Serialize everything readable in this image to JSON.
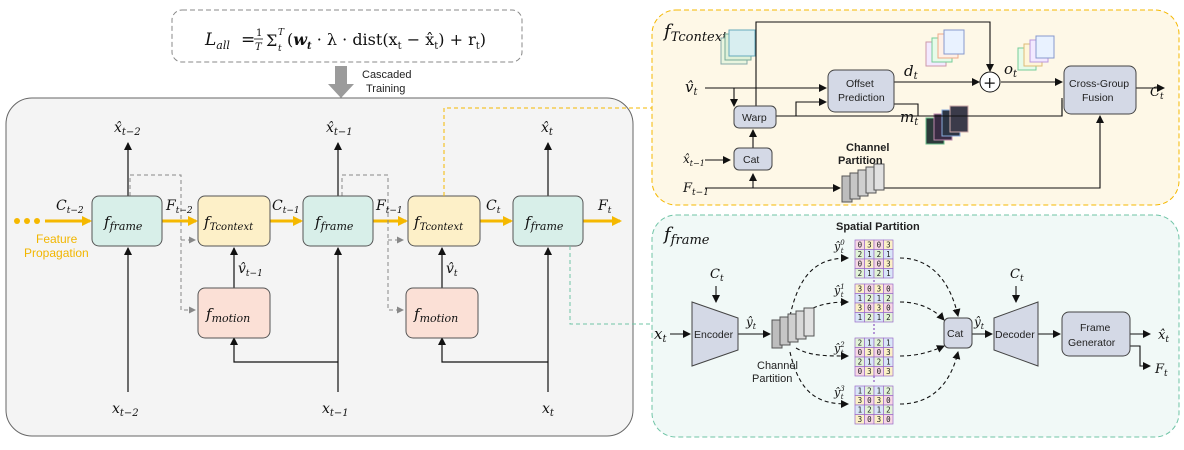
{
  "formula": {
    "lhs": "L",
    "lhs_sub": "all",
    "rhs": "= ",
    "frac_num": "1",
    "frac_den": "T",
    "sum": "Σ",
    "sum_sup": "T",
    "sum_sub": "t",
    "body1": "(",
    "w": "w",
    "w_sub": "t",
    "body2": " · λ · dist(x",
    "x_sub": "t",
    "body3": " − x̂",
    "xh_sub": "t",
    "body4": ") + r",
    "r_sub": "t",
    "body5": ")"
  },
  "cascaded": [
    "Cascaded",
    "Training"
  ],
  "feature_propagation": [
    "Feature",
    "Propagation"
  ],
  "left_panel": {
    "frame_label": "f",
    "frame_sub": "frame",
    "tcontext_label": "f",
    "tcontext_sub": "Tcontext",
    "motion_label": "f",
    "motion_sub": "motion",
    "outputs": [
      {
        "base": "x̂",
        "sub": "t−2"
      },
      {
        "base": "x̂",
        "sub": "t−1"
      },
      {
        "base": "x̂",
        "sub": "t"
      }
    ],
    "inputs": [
      {
        "base": "x",
        "sub": "t−2"
      },
      {
        "base": "x",
        "sub": "t−1"
      },
      {
        "base": "x",
        "sub": "t"
      }
    ],
    "edges": [
      {
        "base": "C",
        "sub": "t−2"
      },
      {
        "base": "F",
        "sub": "t−2"
      },
      {
        "base": "C",
        "sub": "t−1"
      },
      {
        "base": "F",
        "sub": "t−1"
      },
      {
        "base": "C",
        "sub": "t"
      },
      {
        "base": "F",
        "sub": "t"
      }
    ],
    "motion_outputs": [
      {
        "base": "v̂",
        "sub": "t−1"
      },
      {
        "base": "v̂",
        "sub": "t"
      }
    ]
  },
  "tcontext_panel": {
    "title": "f",
    "title_sub": "Tcontext",
    "v_in": {
      "base": "v̂",
      "sub": "t"
    },
    "x_in": {
      "base": "x̂",
      "sub": "t−1"
    },
    "f_in": {
      "base": "F",
      "sub": "t−1"
    },
    "warp": "Warp",
    "cat": "Cat",
    "offset": [
      "Offset",
      "Prediction"
    ],
    "d": {
      "base": "d",
      "sub": "t"
    },
    "m": {
      "base": "m",
      "sub": "t"
    },
    "o": {
      "base": "o",
      "sub": "t"
    },
    "plus": "+",
    "fusion": [
      "Cross-Group",
      "Fusion"
    ],
    "c_out": {
      "base": "C",
      "sub": "t"
    },
    "channel_partition": [
      "Channel",
      "Partition"
    ]
  },
  "frame_panel": {
    "title": "f",
    "title_sub": "frame",
    "spatial_partition": "Spatial Partition",
    "x_in": {
      "base": "x",
      "sub": "t"
    },
    "c_in1": {
      "base": "C",
      "sub": "t"
    },
    "c_in2": {
      "base": "C",
      "sub": "t"
    },
    "encoder": "Encoder",
    "y_enc": {
      "base": "ŷ",
      "sub": "t"
    },
    "channel_partition": [
      "Channel",
      "Partition"
    ],
    "branches": [
      {
        "base": "ŷ",
        "sub": "t",
        "sup": "0"
      },
      {
        "base": "ŷ",
        "sub": "t",
        "sup": "1"
      },
      {
        "base": "ŷ",
        "sub": "t",
        "sup": "2"
      },
      {
        "base": "ŷ",
        "sub": "t",
        "sup": "3"
      }
    ],
    "grids": [
      [
        "0303",
        "2121",
        "0303",
        "2121"
      ],
      [
        "3030",
        "1212",
        "3030",
        "1212"
      ],
      [
        "2121",
        "0303",
        "2121",
        "0303"
      ],
      [
        "1212",
        "3030",
        "1212",
        "3030"
      ]
    ],
    "cat": "Cat",
    "y_cat": {
      "base": "ŷ",
      "sub": "t"
    },
    "decoder": "Decoder",
    "generator": [
      "Frame",
      "Generator"
    ],
    "x_out": {
      "base": "x̂",
      "sub": "t"
    },
    "f_out": {
      "base": "F",
      "sub": "t"
    }
  },
  "colors": {
    "frame_fill": "#d8efe9",
    "tcontext_fill": "#fdf0c8",
    "motion_fill": "#fbe0d6",
    "arrow_yellow": "#f5b800",
    "gray_box": "#d4d9e6",
    "panel_left": "#f4f4f4",
    "panel_tcontext": "#fef8e7",
    "panel_frame": "#f1f9f7"
  }
}
